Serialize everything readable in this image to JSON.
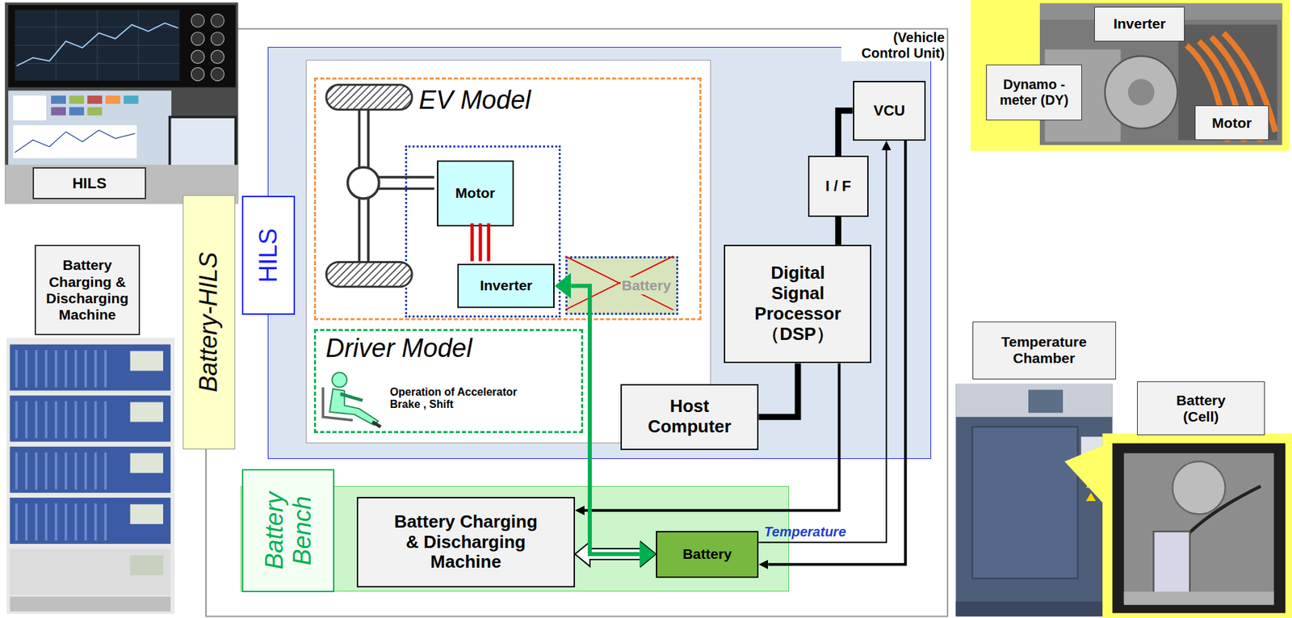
{
  "diagram": {
    "nodes": [
      {
        "text": [
          "HILS"
        ]
      },
      {
        "text": [
          "Battery Charging & Discharging Machine"
        ]
      },
      {
        "text": [
          "Battery-HILS"
        ]
      },
      {
        "text": [
          "HILS"
        ]
      },
      {
        "text": [
          "EV Model"
        ],
        "in": 3
      },
      {
        "text": [
          "Motor"
        ],
        "in": 4
      },
      {
        "text": [
          "Inverter"
        ],
        "in": 4
      },
      {
        "text": [
          "Battery"
        ],
        "in": 4
      },
      {
        "text": [
          "Driver Model",
          "Operation of Accelerator Brake , Shift"
        ],
        "in": 3
      },
      {
        "text": [
          "VCU"
        ],
        "in": 3
      },
      {
        "text": [
          "I / F"
        ],
        "in": 3
      },
      {
        "text": [
          "Digital Signal Processor（DSP）"
        ],
        "in": 3
      },
      {
        "text": [
          "Host Computer"
        ],
        "in": 3
      },
      {
        "text": [
          "Battery Bench"
        ]
      },
      {
        "text": [
          "Battery Charging & Discharging Machine"
        ],
        "in": 13
      },
      {
        "text": [
          "Battery"
        ],
        "in": 13
      },
      {
        "text": [
          "Inverter"
        ]
      },
      {
        "text": [
          "Dynamo -meter (DY)"
        ]
      },
      {
        "text": [
          "Motor"
        ]
      },
      {
        "text": [
          "Temperature Chamber"
        ]
      },
      {
        "text": [
          "Battery (Cell)"
        ]
      }
    ],
    "edges": [
      {
        "from": 11,
        "to": 10,
        "arrow": "none"
      },
      {
        "from": 10,
        "to": 9,
        "arrow": "none"
      },
      {
        "from": 11,
        "to": 12,
        "arrow": "none"
      },
      {
        "from": 11,
        "to": 14,
        "arrow": "to"
      },
      {
        "from": 15,
        "to": 9,
        "arrow": "to",
        "label": "Temperature"
      },
      {
        "from": 9,
        "to": 15,
        "arrow": "to"
      },
      {
        "from": 14,
        "to": 15,
        "arrow": "both"
      },
      {
        "from": 15,
        "to": 6,
        "arrow": "both"
      }
    ],
    "labels": [
      "(Vehicle Control Unit)"
    ]
  }
}
